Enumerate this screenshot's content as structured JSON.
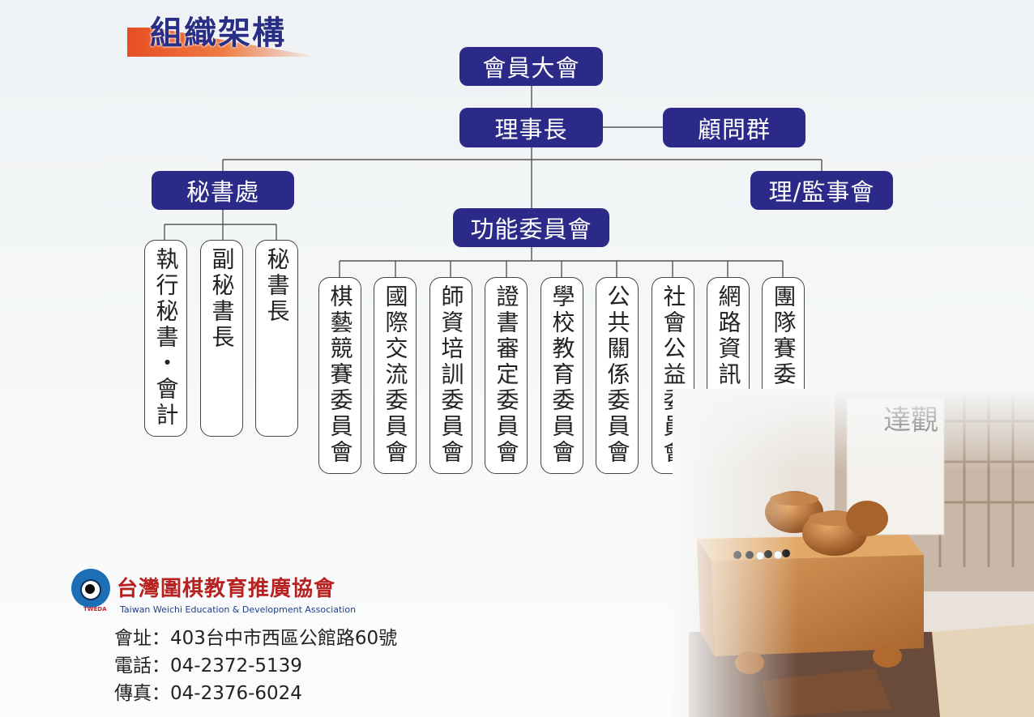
{
  "title": "組織架構",
  "nodes": {
    "general_assembly": "會員大會",
    "chairman": "理事長",
    "advisors": "顧問群",
    "secretariat": "秘書處",
    "board": "理/監事會",
    "functional_committees": "功能委員會"
  },
  "secretariat_units": [
    "執行秘書・會計",
    "副秘書長",
    "秘書長"
  ],
  "committees": [
    "棋藝競賽委員會",
    "國際交流委員會",
    "師資培訓委員會",
    "證書審定委員會",
    "學校教育委員會",
    "公共關係委員會",
    "社會公益委員會",
    "網路資訊委員會",
    "團隊賽委員會"
  ],
  "organization": {
    "name_zh": "台灣圍棋教育推廣協會",
    "name_en": "Taiwan Weichi Education & Development Association",
    "abbr": "TWEDA"
  },
  "contact": {
    "address_label": "會址：",
    "address": "403台中市西區公館路60號",
    "phone_label": "電話：",
    "phone": "04-2372-5139",
    "fax_label": "傳真：",
    "fax": "04-2376-6024"
  },
  "colors": {
    "node_fill": "#2b2a88",
    "title_text": "#2a2f86",
    "title_accent": "#e8562a",
    "logo_red": "#b7211f",
    "logo_blue": "#1d6fb5"
  },
  "photo": {
    "calligraphy": "達觀"
  }
}
